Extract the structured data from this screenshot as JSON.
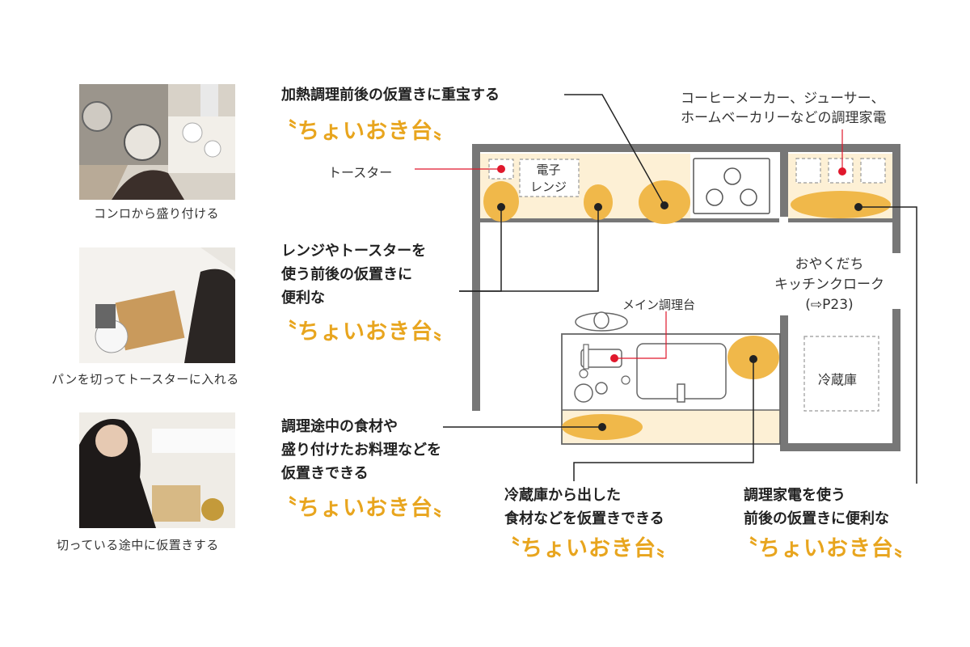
{
  "photos": [
    {
      "caption": "コンロから盛り付ける"
    },
    {
      "caption": "パンを切ってトースターに入れる"
    },
    {
      "caption": "切っている途中に仮置きする"
    }
  ],
  "notes": {
    "top": "加熱調理前後の仮置きに重宝する",
    "middle": "レンジやトースターを\n使う前後の仮置きに\n便利な",
    "lower": "調理途中の食材や\n盛り付けたお料理などを\n仮置きできる",
    "bottom_center": "冷蔵庫から出した\n食材などを仮置きできる",
    "bottom_right": "調理家電を使う\n前後の仮置きに便利な",
    "appliances": "コーヒーメーカー、ジューサー、\nホームベーカリーなどの調理家電"
  },
  "badge_text": "〝ちょいおき台〟",
  "plan_labels": {
    "toaster": "トースター",
    "microwave": "電子\nレンジ",
    "main_counter": "メイン調理台",
    "closet": "おやくだち\nキッチンクローク\n(⇨P23)",
    "fridge": "冷蔵庫"
  },
  "colors": {
    "accent": "#e8a51e",
    "highlight": "#fdf0d5",
    "spot": "#f0b84a",
    "wall": "#777777",
    "marker": "#e0182c"
  }
}
